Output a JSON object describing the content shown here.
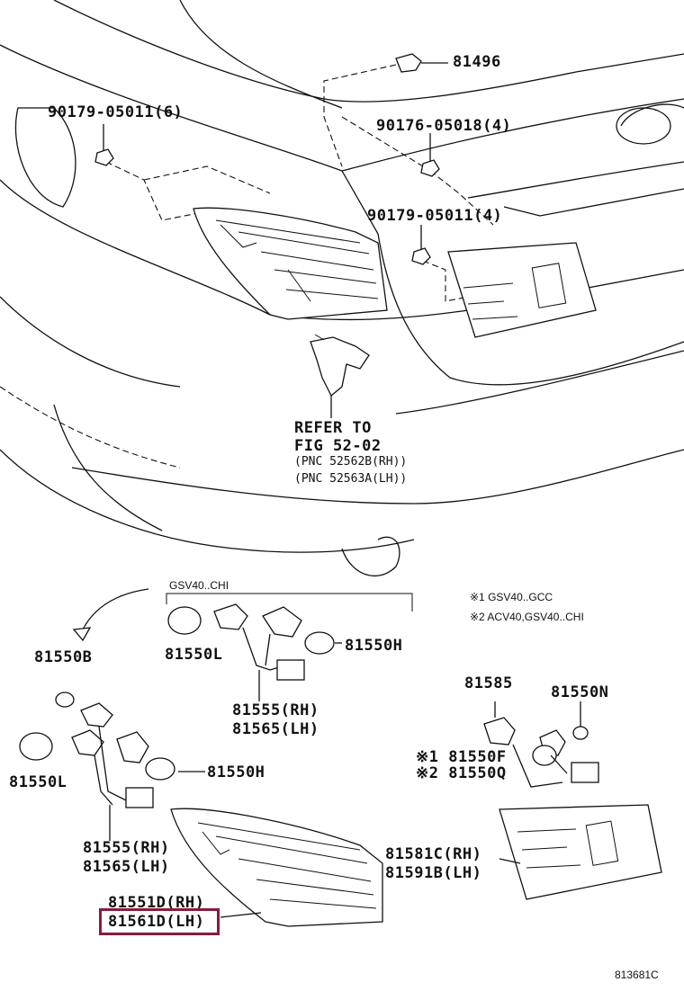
{
  "labels": {
    "p81496": "81496",
    "p90179_top": "90179-05011(6)",
    "p90176": "90176-05018(4)",
    "p90179_mid": "90179-05011(4)",
    "refer_to": "REFER TO",
    "fig": "FIG 52-02",
    "pnc_rh": "(PNC 52562B(RH))",
    "pnc_lh": "(PNC 52563A(LH))",
    "gsv_chi": "GSV40..CHI",
    "note1": "※1 GSV40..GCC",
    "note2": "※2 ACV40,GSV40..CHI",
    "p81550L_top": "81550L",
    "p81550H_top": "81550H",
    "p81555_top": "81555(RH)",
    "p81565_top": "81565(LH)",
    "p81550B": "81550B",
    "p81550L_left": "81550L",
    "p81550H_left": "81550H",
    "p81555_bot": "81555(RH)",
    "p81565_bot": "81565(LH)",
    "p81585": "81585",
    "p81550N": "81550N",
    "p81550F": "※1 81550F",
    "p81550Q": "※2 81550Q",
    "p81581C": "81581C(RH)",
    "p81591B": "81591B(LH)",
    "p81551D": "81551D(RH)",
    "p81561D": "81561D(LH)",
    "ref_code": "813681C"
  },
  "highlight_color": "#8b1a3a"
}
